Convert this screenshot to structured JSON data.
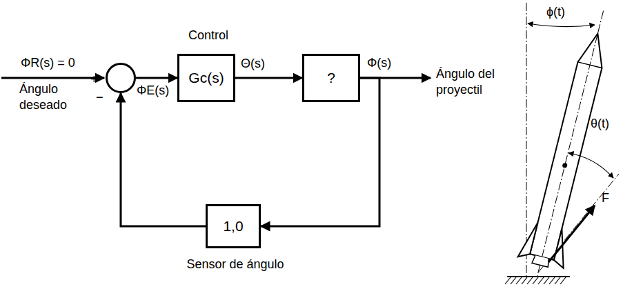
{
  "diagram": {
    "nodes": [
      {
        "text": [
          "+",
          "−"
        ]
      },
      {
        "text": [
          "Gc(s)",
          "Control"
        ]
      },
      {
        "text": [
          "?"
        ]
      },
      {
        "text": [
          "1,0",
          "Sensor de ángulo"
        ]
      }
    ],
    "edges": [
      {
        "from": 0,
        "to": 1,
        "arrow": "to",
        "label": "ΦE(s)"
      },
      {
        "from": 1,
        "to": 2,
        "arrow": "to",
        "label": "Θ(s)"
      },
      {
        "from": 2,
        "to": 3,
        "arrow": "to"
      },
      {
        "from": 3,
        "to": 0,
        "arrow": "to"
      }
    ],
    "labels": [
      "ΦR(s) = 0",
      "Ángulo deseado",
      "Φ(s)",
      "Ángulo del proyectil",
      "ϕ(t)",
      "θ(t)",
      "F"
    ]
  }
}
